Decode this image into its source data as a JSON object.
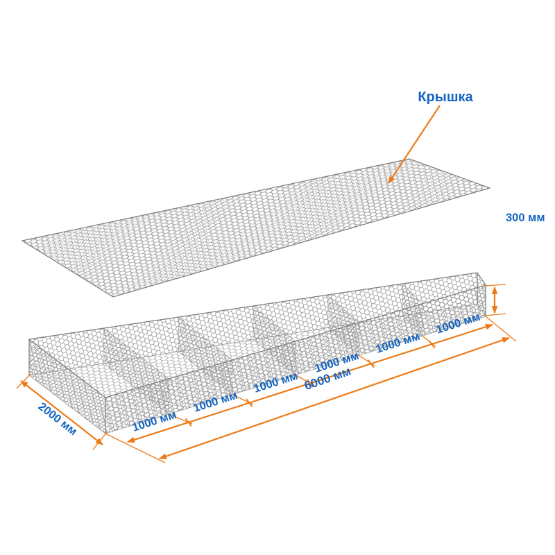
{
  "diagram": {
    "lid_label": "Крышка",
    "height_label": "300 мм",
    "total_length_label": "6000 мм",
    "width_label": "2000 мм",
    "cell_labels": [
      "1000 мм",
      "1000 мм",
      "1000 мм",
      "1000 мм",
      "1000 мм",
      "1000 мм"
    ],
    "structure": {
      "type": "gabion-box-with-lid",
      "cells": 6,
      "cell_length_mm": 1000,
      "length_mm": 6000,
      "width_mm": 2000,
      "height_mm": 300
    }
  },
  "colors": {
    "dimension": "#ed7a17",
    "label_text": "#1565c0",
    "mesh": "#909090",
    "edge": "#7d7d7d",
    "background": "#ffffff"
  }
}
